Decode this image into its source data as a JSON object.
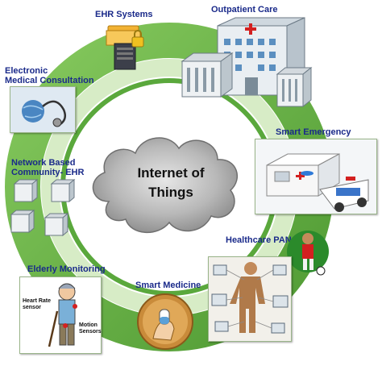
{
  "center": {
    "line1": "Internet of",
    "line2": "Things"
  },
  "nodes": {
    "ehr_systems": "EHR Systems",
    "outpatient_care": "Outpatient Care",
    "electronic_consultation_1": "Electronic",
    "electronic_consultation_2": "Medical Consultation",
    "smart_emergency": "Smart Emergency",
    "network_ehr_1": "Network Based",
    "network_ehr_2": "Community- EHR",
    "healthcare_pan": "Healthcare PAN",
    "elderly_monitoring": "Elderly Monitoring",
    "smart_medicine": "Smart Medicine"
  },
  "sensors": {
    "heart_rate_1": "Heart Rate",
    "heart_rate_2": "sensor",
    "motion_1": "Motion",
    "motion_2": "Sensors"
  },
  "colors": {
    "ring_outer": "#6cb84a",
    "ring_inner": "#c9e4b4",
    "label": "#1a2a8a",
    "cloud": "#9a9a9a"
  },
  "icons": [
    "folder-lock-icon",
    "hospital-icon",
    "stethoscope-globe-icon",
    "ambulance-icon",
    "buildings-icon",
    "soccer-player-icon",
    "elderly-man-icon",
    "pill-hand-icon",
    "body-network-icon"
  ]
}
